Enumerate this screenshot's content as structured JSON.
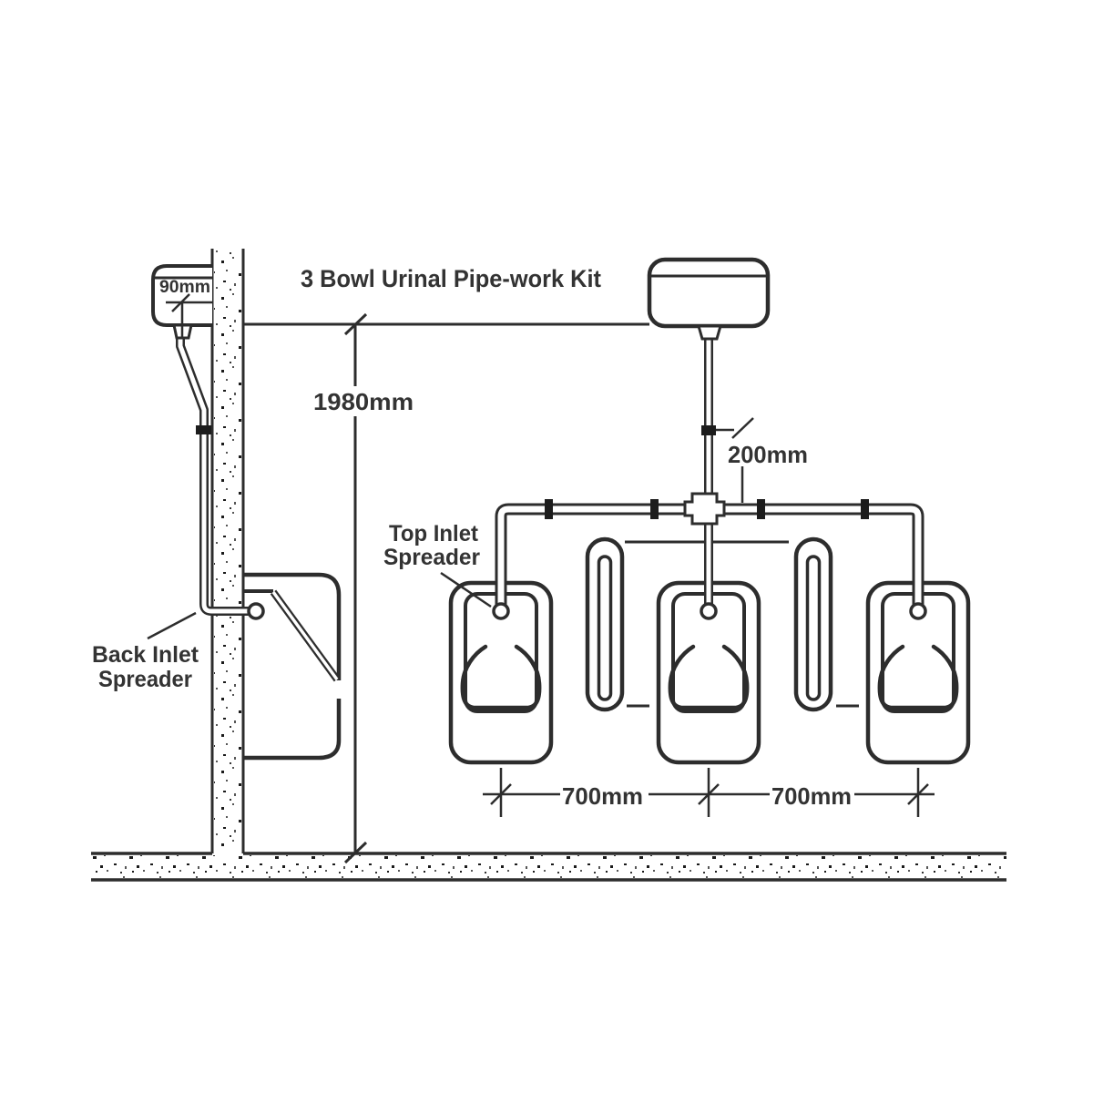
{
  "title": "3 Bowl Urinal Pipe-work Kit",
  "labels": {
    "top_inlet": {
      "line1": "Top Inlet",
      "line2": "Spreader"
    },
    "back_inlet": {
      "line1": "Back Inlet",
      "line2": "Spreader"
    }
  },
  "dimensions": {
    "flush_pipe_offset": "90mm",
    "install_height": "1980mm",
    "tee_drop": "200mm",
    "bowl_spacing_left": "700mm",
    "bowl_spacing_right": "700mm"
  },
  "colors": {
    "line": "#2d2d2d",
    "text": "#333333",
    "clip": "#1c1c1c",
    "background": "#ffffff"
  }
}
